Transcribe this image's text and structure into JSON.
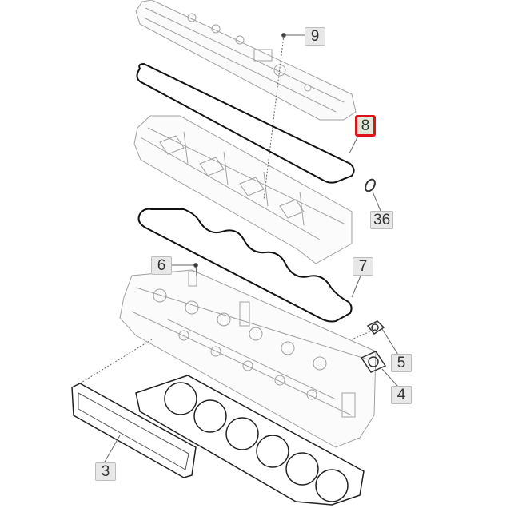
{
  "diagram": {
    "callouts": [
      {
        "id": "9",
        "label": "9"
      },
      {
        "id": "8",
        "label": "8",
        "selected": true
      },
      {
        "id": "36",
        "label": "36"
      },
      {
        "id": "6",
        "label": "6"
      },
      {
        "id": "7",
        "label": "7"
      },
      {
        "id": "5",
        "label": "5"
      },
      {
        "id": "4",
        "label": "4"
      },
      {
        "id": "3",
        "label": "3"
      }
    ],
    "colors": {
      "highlight": "#e0101a",
      "part_outline": "#9a9a9a",
      "gasket": "#111111"
    }
  }
}
